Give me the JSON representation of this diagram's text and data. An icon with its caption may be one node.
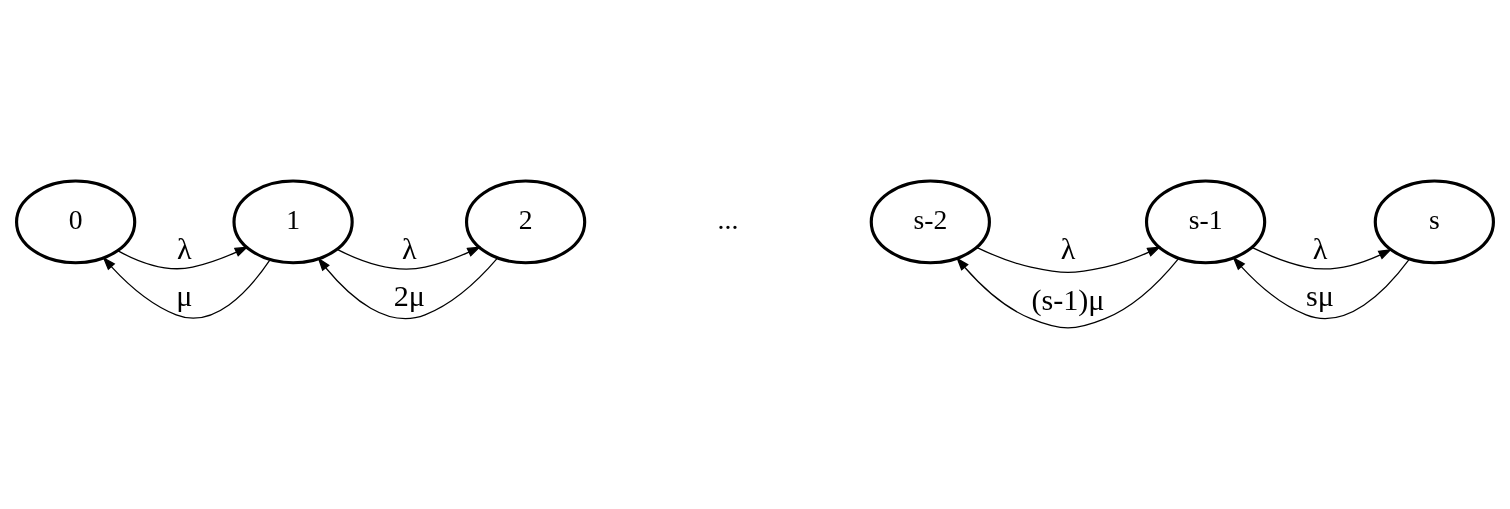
{
  "diagram": {
    "nodes": [
      {
        "text": [
          "0"
        ]
      },
      {
        "text": [
          "1"
        ]
      },
      {
        "text": [
          "2"
        ]
      },
      {
        "text": [
          "s-2"
        ]
      },
      {
        "text": [
          "s-1"
        ]
      },
      {
        "text": [
          "s"
        ]
      }
    ],
    "edges": [
      {
        "from": 0,
        "to": 1,
        "arrow": "to",
        "label": "λ"
      },
      {
        "from": 1,
        "to": 2,
        "arrow": "to",
        "label": "λ"
      },
      {
        "from": 3,
        "to": 4,
        "arrow": "to",
        "label": "λ"
      },
      {
        "from": 4,
        "to": 5,
        "arrow": "to",
        "label": "λ"
      },
      {
        "from": 1,
        "to": 0,
        "arrow": "to",
        "label": "μ"
      },
      {
        "from": 2,
        "to": 1,
        "arrow": "to",
        "label": "2μ"
      },
      {
        "from": 4,
        "to": 3,
        "arrow": "to",
        "label": "(s-1)μ"
      },
      {
        "from": 5,
        "to": 4,
        "arrow": "to",
        "label": "sμ"
      }
    ],
    "labels": [
      "..."
    ]
  }
}
